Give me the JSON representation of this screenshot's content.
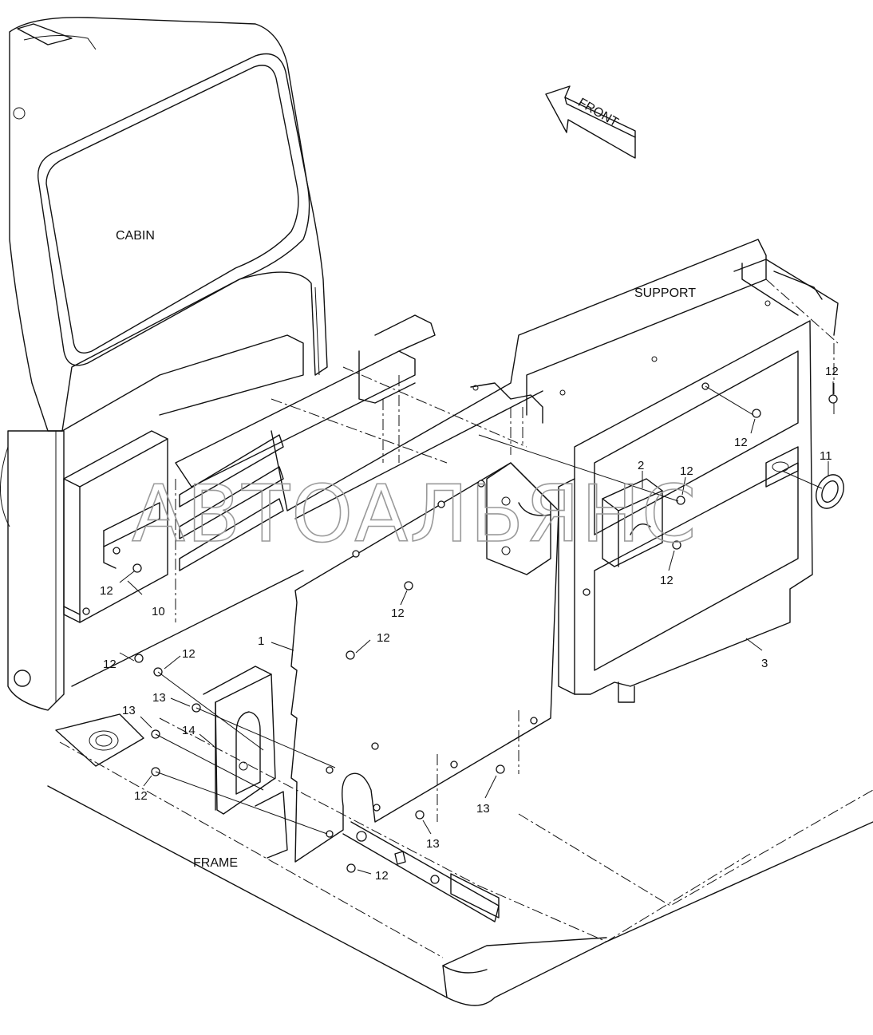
{
  "labels": {
    "cabin": "CABIN",
    "support": "SUPPORT",
    "frame": "FRAME",
    "front": "FRONT"
  },
  "watermark": "АВТОАЛЬЯНС",
  "callouts": [
    {
      "id": "c12a",
      "text": "12"
    },
    {
      "id": "c11",
      "text": "11"
    },
    {
      "id": "c12b",
      "text": "12"
    },
    {
      "id": "c2",
      "text": "2"
    },
    {
      "id": "c12c",
      "text": "12"
    },
    {
      "id": "c12d",
      "text": "12"
    },
    {
      "id": "c12e",
      "text": "12"
    },
    {
      "id": "c10",
      "text": "10"
    },
    {
      "id": "c12f",
      "text": "12"
    },
    {
      "id": "c12g",
      "text": "12"
    },
    {
      "id": "c1",
      "text": "1"
    },
    {
      "id": "c12h",
      "text": "12"
    },
    {
      "id": "c3",
      "text": "3"
    },
    {
      "id": "c12i",
      "text": "12"
    },
    {
      "id": "c12j",
      "text": "12"
    },
    {
      "id": "c13a",
      "text": "13"
    },
    {
      "id": "c13b",
      "text": "13"
    },
    {
      "id": "c14",
      "text": "14"
    },
    {
      "id": "c12k",
      "text": "12"
    },
    {
      "id": "c13c",
      "text": "13"
    },
    {
      "id": "c13d",
      "text": "13"
    },
    {
      "id": "c12l",
      "text": "12"
    }
  ],
  "colors": {
    "line": "#111111",
    "background": "#ffffff",
    "watermark": "#9a9a9a"
  }
}
